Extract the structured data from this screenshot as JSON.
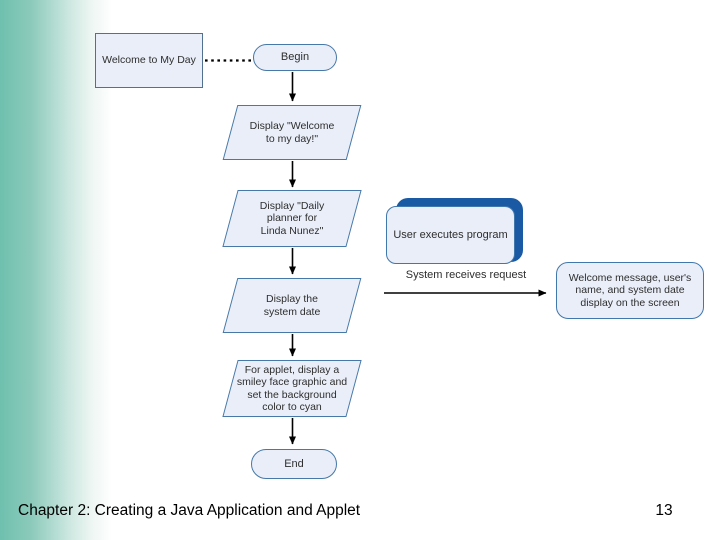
{
  "colors": {
    "edge_gradient_teal": "#6fc0ae",
    "shape_fill": "#e9eef8",
    "shape_border_blue": "#4678a8",
    "annotation_border": "#527191",
    "shadow_dark_blue": "#1a5aa5",
    "connector_black": "#000000"
  },
  "flowchart": {
    "annotation_label": "Welcome to My Day",
    "terminator_begin": "Begin",
    "io_display_welcome": "Display \"Welcome\nto my day!\"",
    "io_display_planner": "Display \"Daily\nplanner for\nLinda Nunez\"",
    "io_display_date": "Display the\nsystem date",
    "io_display_applet": "For applet, display a\nsmiley face graphic and\nset the background\ncolor to cyan",
    "terminator_end": "End",
    "event_user_executes": "User executes program",
    "label_system_receives": "System receives request",
    "result_welcome_message": "Welcome message, user's\nname, and system date\ndisplay on the screen"
  },
  "footer": {
    "title": "Chapter 2: Creating a Java Application and Applet",
    "page_number": "13"
  }
}
